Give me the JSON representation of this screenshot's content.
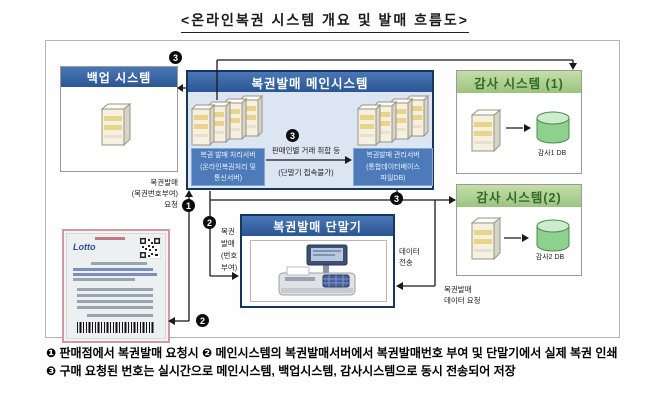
{
  "title": "<온라인복권 시스템 개요 및 발매 흐름도>",
  "backup": {
    "title": "백업 시스템"
  },
  "main": {
    "title": "복권발매 메인시스템",
    "left_server_label": [
      "복권 발매 처리서버",
      "(온라인복권처리 및",
      "통신서버)"
    ],
    "right_server_label": [
      "복권발매 관리서버",
      "(통합데이터베이스",
      "파일DB)"
    ],
    "middle_note": "판매인별 거래 취합 등",
    "middle_sub": "(단말기 접속불가)"
  },
  "audit1": {
    "title": "감사 시스템 (1)",
    "db_label": "감사1 DB"
  },
  "audit2": {
    "title": "감사 시스템(2)",
    "db_label": "감사2 DB"
  },
  "terminal": {
    "title": "복권발매 단말기"
  },
  "ticket": {
    "logo": "Lotto"
  },
  "labels": {
    "request": [
      "복권발매",
      "(복권번호부여)",
      "요청"
    ],
    "issue": [
      "복권",
      "발매",
      "(번호",
      "부여)"
    ],
    "data_send": [
      "데이터",
      "전송"
    ],
    "data_request": [
      "복권발매",
      "데이터 요청"
    ]
  },
  "badges": {
    "n1": "1",
    "n2": "2",
    "n3": "3"
  },
  "footnote": "❶ 판매점에서 복권발매 요청시 ❷ 메인시스템의 복권발매서버에서 복권발매번호 부여 및 단말기에서 실제 복권 인쇄 ❸ 구매 요청된 번호는 실시간으로 메인시스템, 백업시스템, 감사시스템으로 동시 전송되어 저장",
  "colors": {
    "header_blue": "#2b5694",
    "main_border": "#16365c",
    "audit_green": "#9cc47e",
    "label_blue": "#4d7ab8",
    "db_green": "#8ed08e"
  }
}
